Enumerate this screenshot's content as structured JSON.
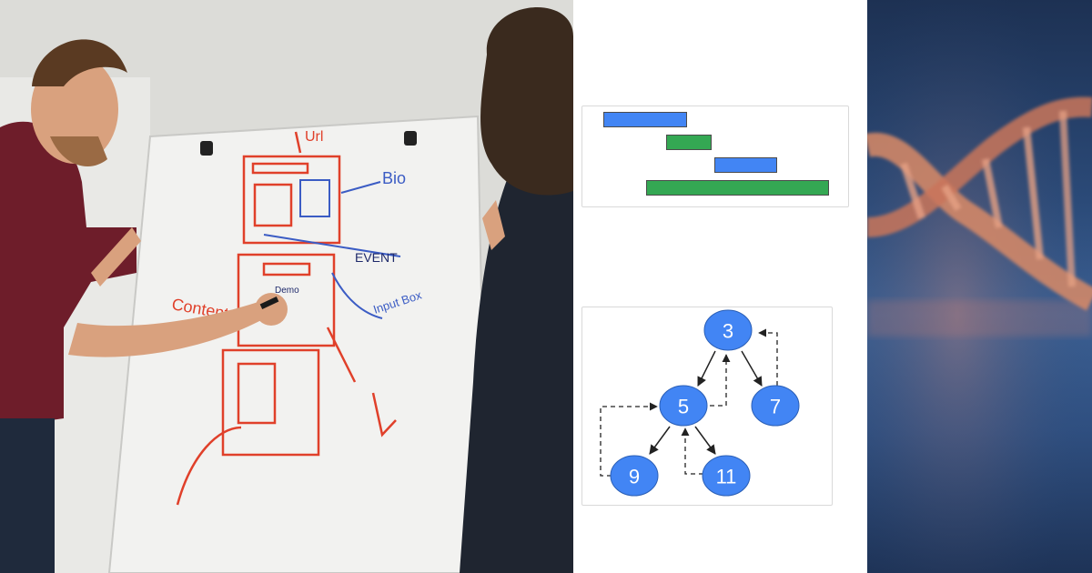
{
  "left_photo": {
    "description_icon": "whiteboard-photo",
    "whiteboard_labels": {
      "url": "Url",
      "bio": "Bio",
      "event": "EVENT",
      "input_box": "Input Box",
      "content": "Content",
      "demo": "Demo"
    }
  },
  "gantt": {
    "tasks": [
      {
        "start": 0.0,
        "end": 0.37,
        "color": "#4285f4"
      },
      {
        "start": 0.28,
        "end": 0.48,
        "color": "#34a853"
      },
      {
        "start": 0.49,
        "end": 0.77,
        "color": "#4285f4"
      },
      {
        "start": 0.19,
        "end": 1.0,
        "color": "#34a853"
      }
    ]
  },
  "tree": {
    "nodes": [
      {
        "id": "n3",
        "label": "3"
      },
      {
        "id": "n5",
        "label": "5"
      },
      {
        "id": "n7",
        "label": "7"
      },
      {
        "id": "n9",
        "label": "9"
      },
      {
        "id": "n11",
        "label": "11"
      }
    ],
    "node_color": "#4285f4"
  },
  "right_photo": {
    "description_icon": "dna-helix-photo"
  }
}
